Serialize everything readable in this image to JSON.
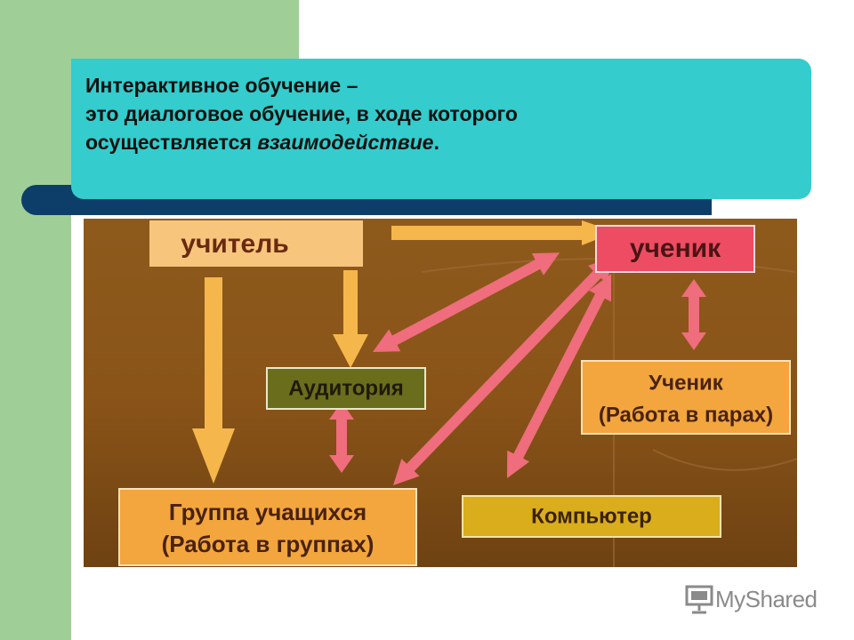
{
  "title": {
    "line1": "Интерактивное обучение –",
    "line2": "это  диалоговое обучение, в ходе которого",
    "line3_plain": "осуществляется ",
    "line3_italic": "взаимодействие",
    "line3_end": "."
  },
  "diagram": {
    "teacher": "учитель",
    "student": "ученик",
    "audience": "Аудитория",
    "pair_line1": "Ученик",
    "pair_line2": "(Работа в парах)",
    "group_line1": "Группа учащихся",
    "group_line2": "(Работа в группах)",
    "computer": "Компьютер"
  },
  "colors": {
    "sidebar_green": "#9fcf97",
    "title_box": "#34cccc",
    "navy_bar": "#0d3e6a",
    "diagram_bg": "#8a5418",
    "teacher_box": "#f7c57c",
    "student_box": "#ee4c62",
    "audience_box": "#6a6d1c",
    "orange_box": "#f2a63d",
    "computer_box": "#d9ad1c",
    "arrow_pink": "#ef6d7c",
    "arrow_orange": "#f5b74c"
  },
  "logo": {
    "text": "MyShared",
    "icon": "presentation-board-icon"
  }
}
